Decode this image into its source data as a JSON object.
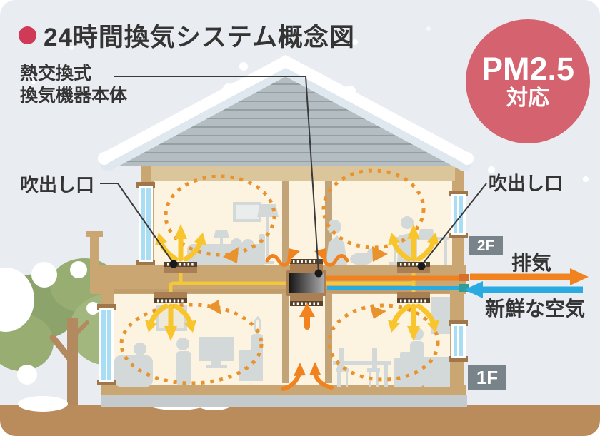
{
  "title": {
    "text": "24時間換気システム概念図"
  },
  "pm_badge": {
    "line1": "PM2.5",
    "line2": "対応"
  },
  "labels": {
    "unit_line1": "熱交換式",
    "unit_line2": "換気機器本体",
    "outlet_left": "吹出し口",
    "outlet_right": "吹出し口",
    "floor_2f": "2F",
    "floor_1f": "1F",
    "exhaust": "排気",
    "fresh_air": "新鮮な空気"
  },
  "legend": {
    "exhaust_meaning": "orange arrow pointing right out of house",
    "fresh_air_meaning": "blue arrow pointing left into house"
  },
  "colors": {
    "accent_red": "#d13a56",
    "pm_circle": "#d5636f",
    "badge_gray": "#79838a",
    "exhaust_orange": "#f0831f",
    "fresh_blue": "#29abe2",
    "supply_yellow": "#f8c52d",
    "circulation_orange": "#e8932d",
    "wall_tan": "#c9a672",
    "room_cream": "#fcf3e1",
    "roof_gray": "#b4bec2",
    "ground_brown": "#ba8b5b"
  }
}
